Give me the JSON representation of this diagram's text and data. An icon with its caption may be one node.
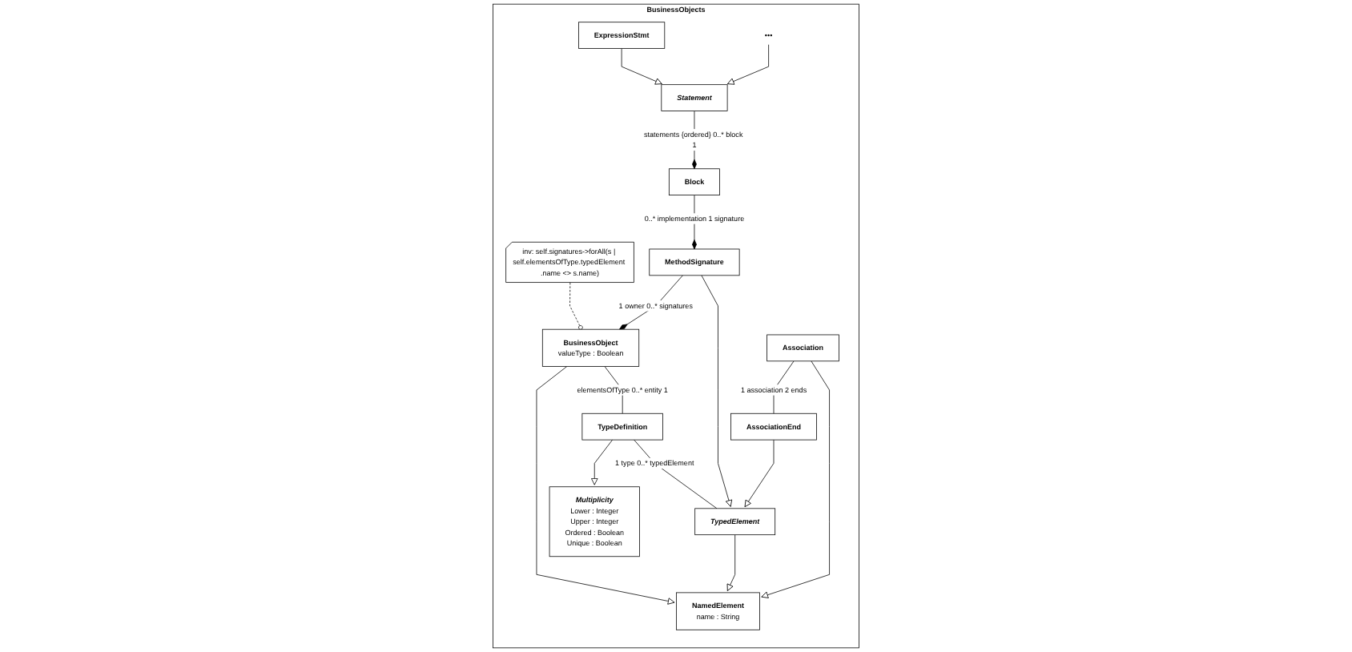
{
  "diagram": {
    "nodes": [
      {
        "text": [
          "BusinessObjects"
        ]
      },
      {
        "text": [
          "NamedElement",
          "name : String"
        ],
        "in": 0
      },
      {
        "text": [
          "ExpressionStmt"
        ],
        "in": 0
      },
      {
        "text": [
          "•••"
        ],
        "in": 0
      },
      {
        "text": [
          "inv: self.signatures->forAll(s | self.elementsOfType.typedElement .name <> s.name)"
        ],
        "in": 0
      },
      {
        "text": [
          "Multiplicity",
          "Lower : Integer",
          "Upper : Integer",
          "Ordered : Boolean",
          "Unique : Boolean"
        ],
        "in": 0
      },
      {
        "text": [
          "Statement"
        ],
        "in": 0
      },
      {
        "text": [
          "BusinessObject",
          "valueType : Boolean"
        ],
        "in": 0
      },
      {
        "text": [
          "TypeDefinition"
        ],
        "in": 0
      },
      {
        "text": [
          "Association"
        ],
        "in": 0
      },
      {
        "text": [
          "Block"
        ],
        "in": 0
      },
      {
        "text": [
          "MethodSignature"
        ],
        "in": 0
      },
      {
        "text": [
          "TypedElement"
        ],
        "in": 0
      },
      {
        "text": [
          "AssociationEnd"
        ],
        "in": 0
      }
    ],
    "edges": [
      {
        "from": 2,
        "to": 6,
        "arrow": "to"
      },
      {
        "from": 3,
        "to": 6,
        "arrow": "to"
      },
      {
        "from": 7,
        "to": 1,
        "arrow": "to"
      },
      {
        "from": 12,
        "to": 1,
        "arrow": "to"
      },
      {
        "from": 9,
        "to": 1,
        "arrow": "to"
      },
      {
        "from": 8,
        "to": 5,
        "arrow": "to"
      },
      {
        "from": 4,
        "to": 7,
        "arrow": "other",
        "style": "dashed"
      },
      {
        "from": 6,
        "to": 10,
        "arrow": "other",
        "label": "statements {ordered} 0..* block 1"
      },
      {
        "from": 11,
        "to": 7,
        "arrow": "other",
        "label": "1 owner 0..* signatures"
      },
      {
        "from": 10,
        "to": 11,
        "arrow": "other",
        "label": "0..* implementation 1 signature"
      },
      {
        "from": 7,
        "to": 8,
        "arrow": "none",
        "label": "elementsOfType 0..* entity 1"
      },
      {
        "from": 8,
        "to": 12,
        "arrow": "none",
        "label": "1 type 0..* typedElement"
      },
      {
        "from": 11,
        "to": 12,
        "arrow": "to"
      },
      {
        "from": 13,
        "to": 12,
        "arrow": "to"
      },
      {
        "from": 9,
        "to": 13,
        "arrow": "none",
        "label": "1 association 2 ends"
      }
    ]
  }
}
